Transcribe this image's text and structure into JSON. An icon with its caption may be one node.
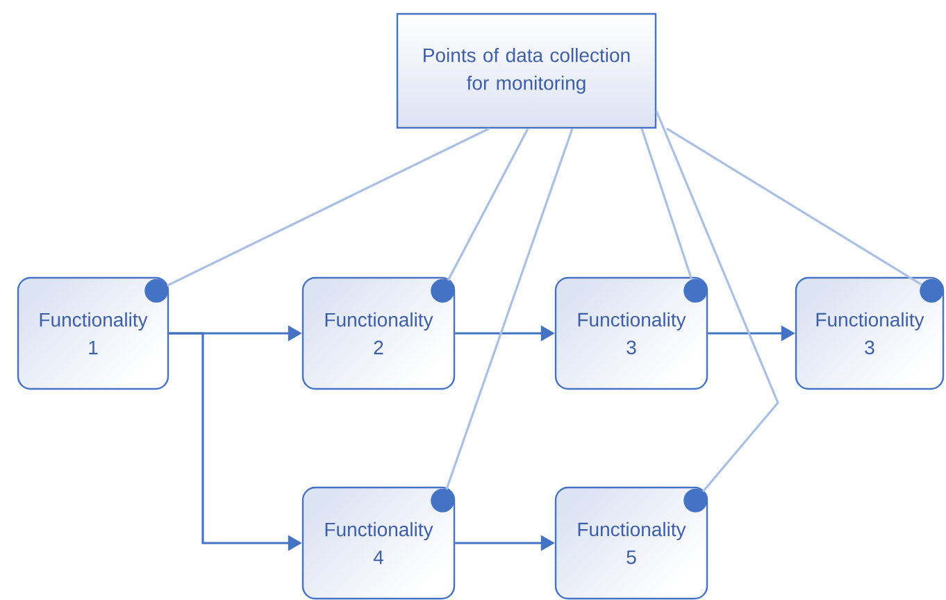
{
  "diagram": {
    "nodes": [
      {
        "text": [
          "Points of data collection for monitoring"
        ]
      },
      {
        "text": [
          "Functionality 1"
        ]
      },
      {
        "text": [
          "Functionality 2"
        ]
      },
      {
        "text": [
          "Functionality 3"
        ]
      },
      {
        "text": [
          "Functionality 3"
        ]
      },
      {
        "text": [
          "Functionality 4"
        ]
      },
      {
        "text": [
          "Functionality 5"
        ]
      }
    ],
    "edges": [
      {
        "from": 1,
        "to": 2,
        "arrow": "to",
        "color": "#4472c4"
      },
      {
        "from": 2,
        "to": 3,
        "arrow": "to",
        "color": "#4472c4"
      },
      {
        "from": 3,
        "to": 4,
        "arrow": "to",
        "color": "#4472c4"
      },
      {
        "from": 1,
        "to": 5,
        "arrow": "to",
        "color": "#4472c4"
      },
      {
        "from": 5,
        "to": 6,
        "arrow": "to",
        "color": "#4472c4"
      },
      {
        "from": 0,
        "to": 1,
        "arrow": "none"
      },
      {
        "from": 0,
        "to": 2,
        "arrow": "none"
      },
      {
        "from": 0,
        "to": 5,
        "arrow": "none"
      },
      {
        "from": 0,
        "to": 6,
        "arrow": "none"
      },
      {
        "from": 0,
        "to": 3,
        "arrow": "none"
      },
      {
        "from": 0,
        "to": 4,
        "arrow": "none"
      }
    ]
  }
}
